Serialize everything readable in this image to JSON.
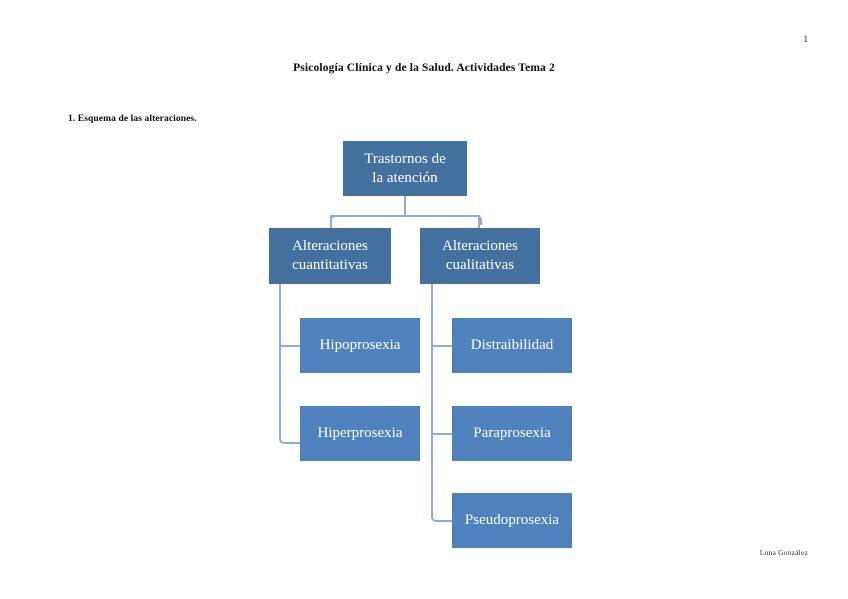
{
  "document": {
    "page_number": "1",
    "title": "Psicología Clínica y de la Salud. Actividades Tema 2",
    "section_heading": "1. Esquema de las alteraciones.",
    "footer_author": "Luna González"
  },
  "theme": {
    "node_fill_primary": "#44709f",
    "node_fill_leaf": "#4f81bd",
    "connector_color": "#8faadc",
    "node_text_color": "#ffffff",
    "page_background": "#ffffff"
  },
  "diagram": {
    "type": "hierarchy",
    "root": {
      "label": "Trastornos de\nla atención"
    },
    "branches": [
      {
        "label": "Alteraciones\ncuantitativas",
        "children": [
          {
            "label": "Hipoprosexia"
          },
          {
            "label": "Hiperprosexia"
          }
        ]
      },
      {
        "label": "Alteraciones\ncualitativas",
        "children": [
          {
            "label": "Distraibilidad"
          },
          {
            "label": "Paraprosexia"
          },
          {
            "label": "Pseudoprosexia"
          }
        ]
      }
    ]
  }
}
